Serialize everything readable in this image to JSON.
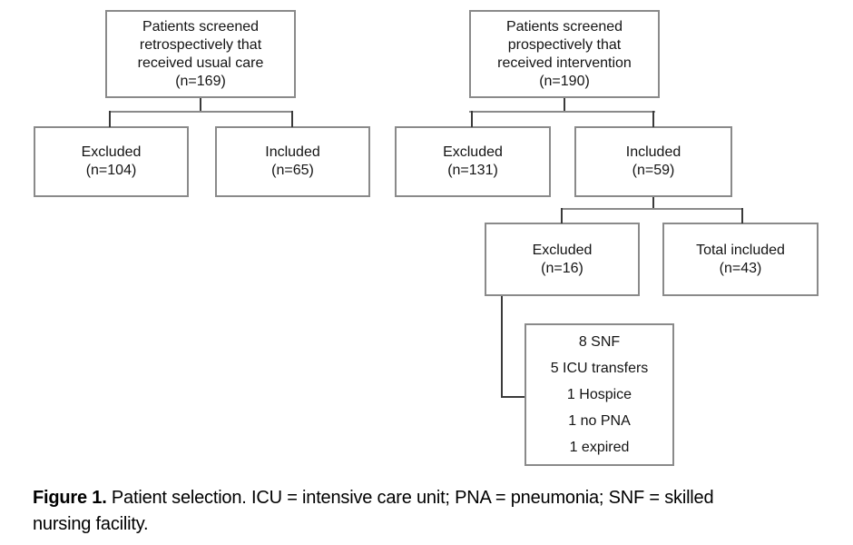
{
  "figure": {
    "type": "flow-diagram",
    "colors": {
      "background": "#ffffff",
      "box_border": "#8a8a8a",
      "connector_vertical": "#3a3a3a",
      "connector_horizontal": "#8a8a8a",
      "text": "#141414"
    },
    "nodes": {
      "retro_screened": {
        "lines": [
          "Patients screened",
          "retrospectively that",
          "received usual care",
          "(n=169)"
        ]
      },
      "retro_excluded": {
        "lines": [
          "Excluded",
          "(n=104)"
        ]
      },
      "retro_included": {
        "lines": [
          "Included",
          "(n=65)"
        ]
      },
      "pro_screened": {
        "lines": [
          "Patients screened",
          "prospectively that",
          "received intervention",
          "(n=190)"
        ]
      },
      "pro_excluded": {
        "lines": [
          "Excluded",
          "(n=131)"
        ]
      },
      "pro_included": {
        "lines": [
          "Included",
          "(n=59)"
        ]
      },
      "pro_excluded_second": {
        "lines": [
          "Excluded",
          "(n=16)"
        ]
      },
      "total_included": {
        "lines": [
          "Total included",
          "(n=43)"
        ]
      },
      "exclusion_reasons": {
        "lines": [
          "8 SNF",
          "5 ICU transfers",
          "1 Hospice",
          "1 no PNA",
          "1 expired"
        ]
      }
    }
  },
  "caption": {
    "label": "Figure 1.",
    "line1_rest": " Patient selection. ICU = intensive care unit; PNA = pneumonia; SNF = skilled",
    "line2": "nursing facility."
  }
}
